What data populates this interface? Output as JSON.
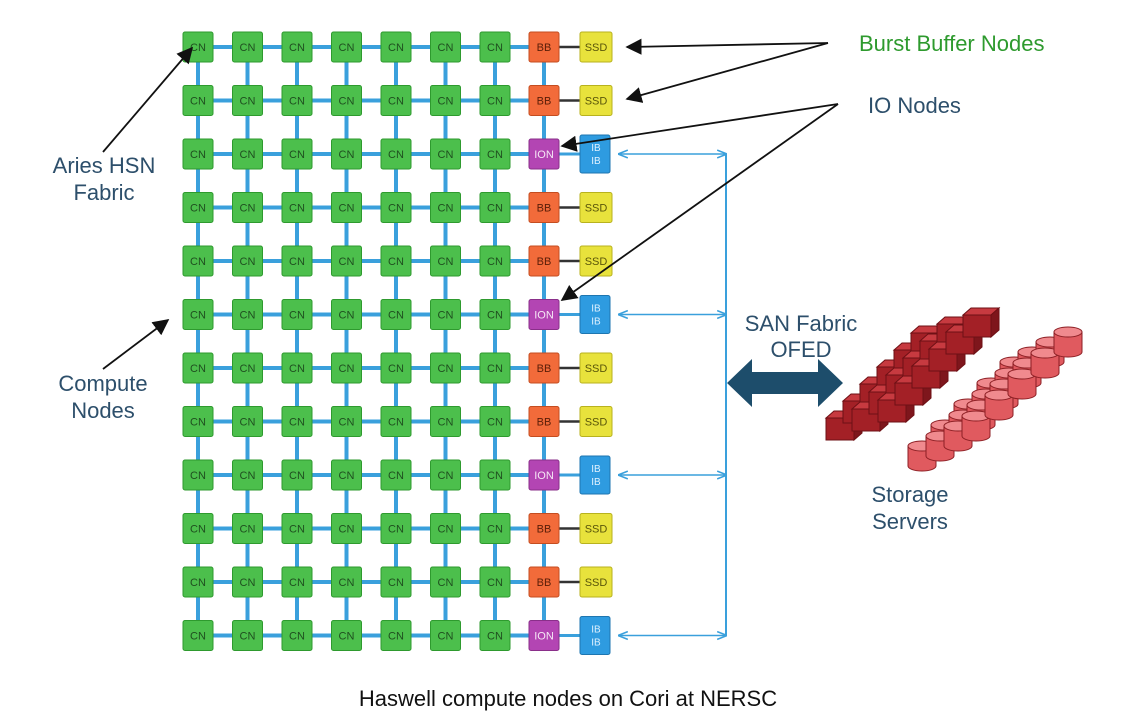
{
  "diagram": {
    "grid": {
      "row_count": 12,
      "compute_columns": 7,
      "rows": [
        {
          "type": "BB",
          "node_label": "BB",
          "end_label": "SSD"
        },
        {
          "type": "BB",
          "node_label": "BB",
          "end_label": "SSD"
        },
        {
          "type": "ION",
          "node_label": "ION",
          "end_label": "IB"
        },
        {
          "type": "BB",
          "node_label": "BB",
          "end_label": "SSD"
        },
        {
          "type": "BB",
          "node_label": "BB",
          "end_label": "SSD"
        },
        {
          "type": "ION",
          "node_label": "ION",
          "end_label": "IB"
        },
        {
          "type": "BB",
          "node_label": "BB",
          "end_label": "SSD"
        },
        {
          "type": "BB",
          "node_label": "BB",
          "end_label": "SSD"
        },
        {
          "type": "ION",
          "node_label": "ION",
          "end_label": "IB"
        },
        {
          "type": "BB",
          "node_label": "BB",
          "end_label": "SSD"
        },
        {
          "type": "BB",
          "node_label": "BB",
          "end_label": "SSD"
        },
        {
          "type": "ION",
          "node_label": "ION",
          "end_label": "IB"
        }
      ],
      "compute_label": "CN"
    },
    "labels": {
      "burst_buffer": "Burst Buffer Nodes",
      "io_nodes": "IO Nodes",
      "aries_line1": "Aries HSN",
      "aries_line2": "Fabric",
      "compute_line1": "Compute",
      "compute_line2": "Nodes",
      "san_line1": "SAN Fabric",
      "san_line2": "OFED",
      "storage_line1": "Storage",
      "storage_line2": "Servers"
    },
    "colors": {
      "cn": "#4cbf4c",
      "cn_border": "#2e9a2e",
      "bb": "#f26b3a",
      "ion": "#b345b3",
      "ssd": "#e8e23c",
      "ib": "#2e9be0",
      "link": "#3aa0dc",
      "san_arrow": "#1d4d6b",
      "server_red": "#a32026",
      "disk_red": "#e05a5f",
      "burst_text": "#2e9a2e",
      "label_text": "#2d4f6b"
    }
  },
  "caption": "Haswell compute nodes on Cori at NERSC"
}
